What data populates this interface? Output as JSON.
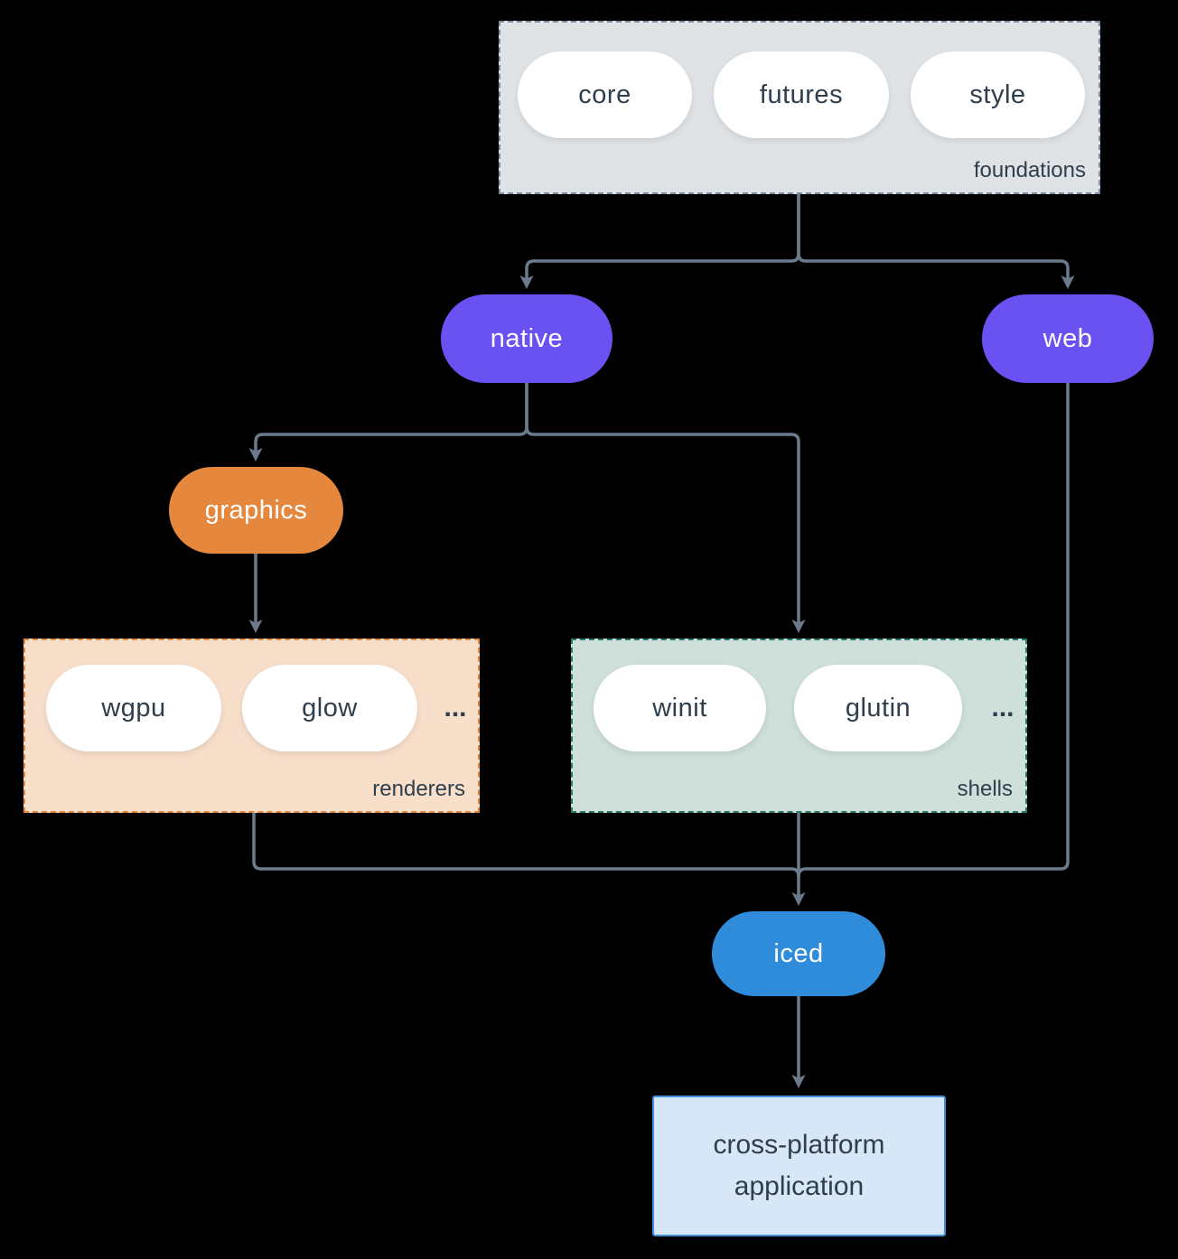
{
  "colors": {
    "background": "#000000",
    "connector": "#6b7a8c",
    "dark-text": "#2f3e4c",
    "pill-fill": "#ffffff",
    "purple": "#6a52f2",
    "orange": "#e5873c",
    "blue": "#2e8cda",
    "foundations-fill": "#dfe3e6",
    "foundations-border": "#7d8da0",
    "renderers-fill": "#f8dfca",
    "renderers-border": "#e5873c",
    "shells-fill": "#cfdfd9",
    "shells-border": "#26796a",
    "app-fill": "#d7e7f8",
    "app-border": "#418fdb"
  },
  "diagram": {
    "foundations": {
      "label": "foundations",
      "items": [
        "core",
        "futures",
        "style"
      ]
    },
    "native": {
      "label": "native"
    },
    "web": {
      "label": "web"
    },
    "graphics": {
      "label": "graphics"
    },
    "renderers": {
      "label": "renderers",
      "items": [
        "wgpu",
        "glow"
      ],
      "more": "..."
    },
    "shells": {
      "label": "shells",
      "items": [
        "winit",
        "glutin"
      ],
      "more": "..."
    },
    "iced": {
      "label": "iced"
    },
    "application": {
      "label": "cross-platform application"
    }
  }
}
